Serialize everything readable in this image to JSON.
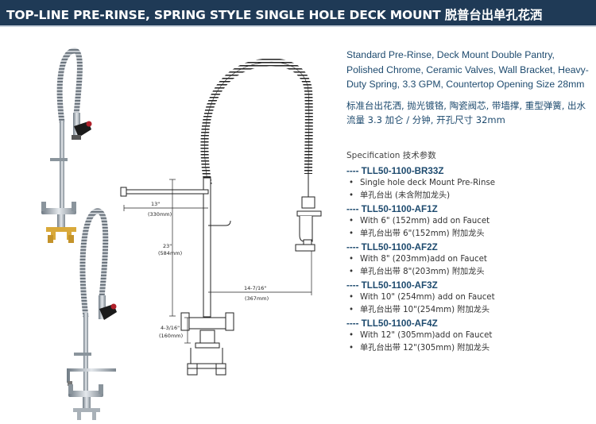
{
  "header": {
    "title": "TOP-LINE PRE-RINSE, SPRING STYLE SINGLE HOLE DECK MOUNT 脱普台出单孔花洒"
  },
  "description": {
    "english": "Standard Pre-Rinse, Deck Mount Double Pantry, Polished Chrome, Ceramic Valves, Wall Bracket, Heavy-Duty Spring, 3.3 GPM, Countertop Opening Size 28mm",
    "chinese": "标准台出花洒, 抛光镀铬, 陶瓷阀芯, 带墙撑, 重型弹簧, 出水流量 3.3 加仑 / 分钟, 开孔尺寸 32mm"
  },
  "specification": {
    "heading": "Specification 技术参数",
    "models": [
      {
        "code": "---- TLL50-1100-BR33Z",
        "lines": [
          "Single hole deck Mount Pre-Rinse",
          "单孔台出 (未含附加龙头)"
        ]
      },
      {
        "code": "---- TLL50-1100-AF1Z",
        "lines": [
          "With 6\" (152mm) add on Faucet",
          "单孔台出带 6\"(152mm) 附加龙头"
        ]
      },
      {
        "code": "---- TLL50-1100-AF2Z",
        "lines": [
          "With 8\" (203mm)add on Faucet",
          "单孔台出带 8\"(203mm) 附加龙头"
        ]
      },
      {
        "code": "---- TLL50-1100-AF3Z",
        "lines": [
          "With 10\" (254mm) add on Faucet",
          "单孔台出带 10\"(254mm) 附加龙头"
        ]
      },
      {
        "code": "---- TLL50-1100-AF4Z",
        "lines": [
          "With 12\" (305mm)add on Faucet",
          "单孔台出带 12\"(305mm) 附加龙头"
        ]
      }
    ],
    "bullet_symbol": "•"
  },
  "drawing": {
    "dim_width": "13\"",
    "dim_width_mm": "(330mm)",
    "dim_height": "23\"",
    "dim_height_mm": "(584mm)",
    "dim_reach": "14-7/16\"",
    "dim_reach_mm": "(367mm)",
    "dim_base": "4-3/16\"",
    "dim_base_mm": "(160mm)"
  },
  "colors": {
    "header_bg": "#1f3a56",
    "text_blue": "#1d4a6e",
    "chrome": "#9aa3ab",
    "brass": "#d9a93a",
    "handle_red": "#b0202a"
  }
}
